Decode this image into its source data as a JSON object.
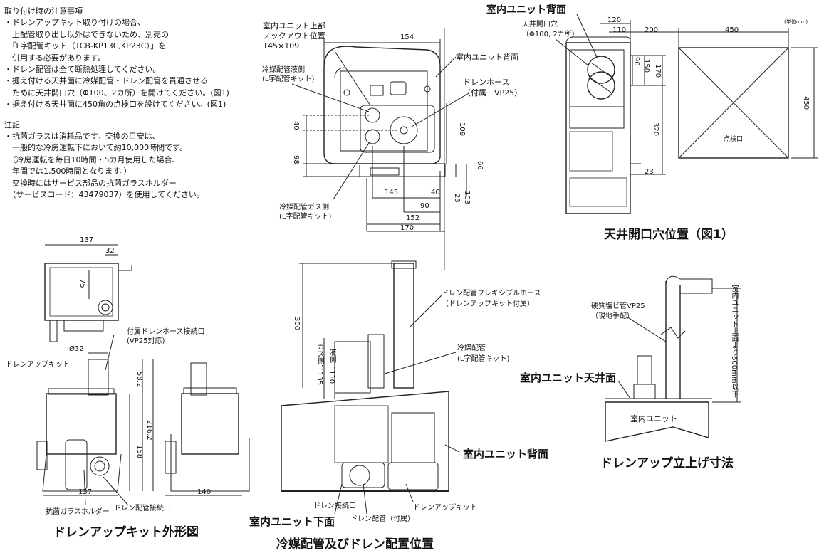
{
  "notes": {
    "heading": "取り付け時の注意事項",
    "lines": [
      "・ドレンアップキット取り付けの場合、",
      "　上配管取り出し以外はできないため、別売の",
      "　「L字配管キット（TCB-KP13C,KP23C）」を",
      "　併用する必要があります。",
      "・ドレン配管は全て断熱処理してください。",
      "・据え付ける天井面に冷媒配管・ドレン配管を貫通させる",
      "　ために天井開口穴（Φ100、2カ所）を開けてください。(図1)",
      "・据え付ける天井面に450角の点検口を設けてください。(図1)"
    ],
    "remark_heading": "注記",
    "remark_lines": [
      "・抗菌ガラスは消耗品です。交換の目安は、",
      "　一般的な冷房運転下において約10,000時間です。",
      "　（冷房運転を毎日10時間・5カ月使用した場合、",
      "　年間では1,500時間となります。）",
      "　交換時にはサービス部品の抗菌ガラスホルダー",
      "　（サービスコード：43479037）を使用してください。"
    ]
  },
  "top_view": {
    "knockout_label": [
      "室内ユニット上部",
      "ノックアウト位置",
      "145×109"
    ],
    "liquid_label": [
      "冷媒配管液側",
      "(L字配管キット)"
    ],
    "gas_label": [
      "冷媒配管ガス側",
      "(L字配管キット)"
    ],
    "back_label": "室内ユニット背面",
    "hose_label": [
      "ドレンホース",
      "（付属　VP25）"
    ],
    "dims": {
      "d154": "154",
      "d40a": "40",
      "d98": "98",
      "d109": "109",
      "d66": "66",
      "d145": "145",
      "d40b": "40",
      "d90": "90",
      "d152": "152",
      "d170": "170",
      "d23": "23",
      "d103": "103"
    }
  },
  "ceiling": {
    "back_label": "室内ユニット背面",
    "unit_note": "(単位mm)",
    "hole_label": [
      "天井開口穴",
      "（Φ100, 2カ所）"
    ],
    "inspect_label": "点検口",
    "title": "天井開口穴位置（図1）",
    "dims": {
      "d120": "120",
      "d110": "110",
      "d200": "200",
      "d450a": "450",
      "d450b": "450",
      "d90": "90",
      "d150": "150",
      "d170": "170",
      "d320": "320",
      "d23": "23"
    }
  },
  "kit": {
    "title": "ドレンアップキット外形図",
    "kit_label": "ドレンアップキット",
    "hose_conn_label": [
      "付属ドレンホース接続口",
      "(VP25対応)"
    ],
    "glass_label": "抗菌ガラスホルダー",
    "drain_conn_label": "ドレン配管接続口",
    "dims": {
      "d137a": "137",
      "d32": "32",
      "d75": "75",
      "dphi32": "Ø32",
      "d58": "58.2",
      "d216": "216.2",
      "d158": "158",
      "d137b": "137",
      "d140": "140"
    }
  },
  "pipe": {
    "title": "冷媒配管及びドレン配置位置",
    "flex_label": [
      "ドレン配管フレキシブルホース",
      "（ドレンアップキット付属）"
    ],
    "ref_label": [
      "冷媒配管",
      "(L字配管キット)"
    ],
    "back_label": "室内ユニット背面",
    "bottom_label": "室内ユニット下面",
    "conn_label": "ドレン接続口",
    "drain_pipe_label": "ドレン配管（付属）",
    "kit_label": "ドレンアップキット",
    "dims": {
      "d300": "300",
      "gas": "ガス側：135",
      "liq": "液側：110"
    }
  },
  "rise": {
    "title": "ドレンアップ立上げ寸法",
    "vp_label": [
      "硬質塩ビ管VP25",
      "（現地手配）"
    ],
    "ceiling_label": "室内ユニット天井面",
    "unit_label": "室内ユニット",
    "height_label": "室内ユニット上面より600mm以下"
  }
}
